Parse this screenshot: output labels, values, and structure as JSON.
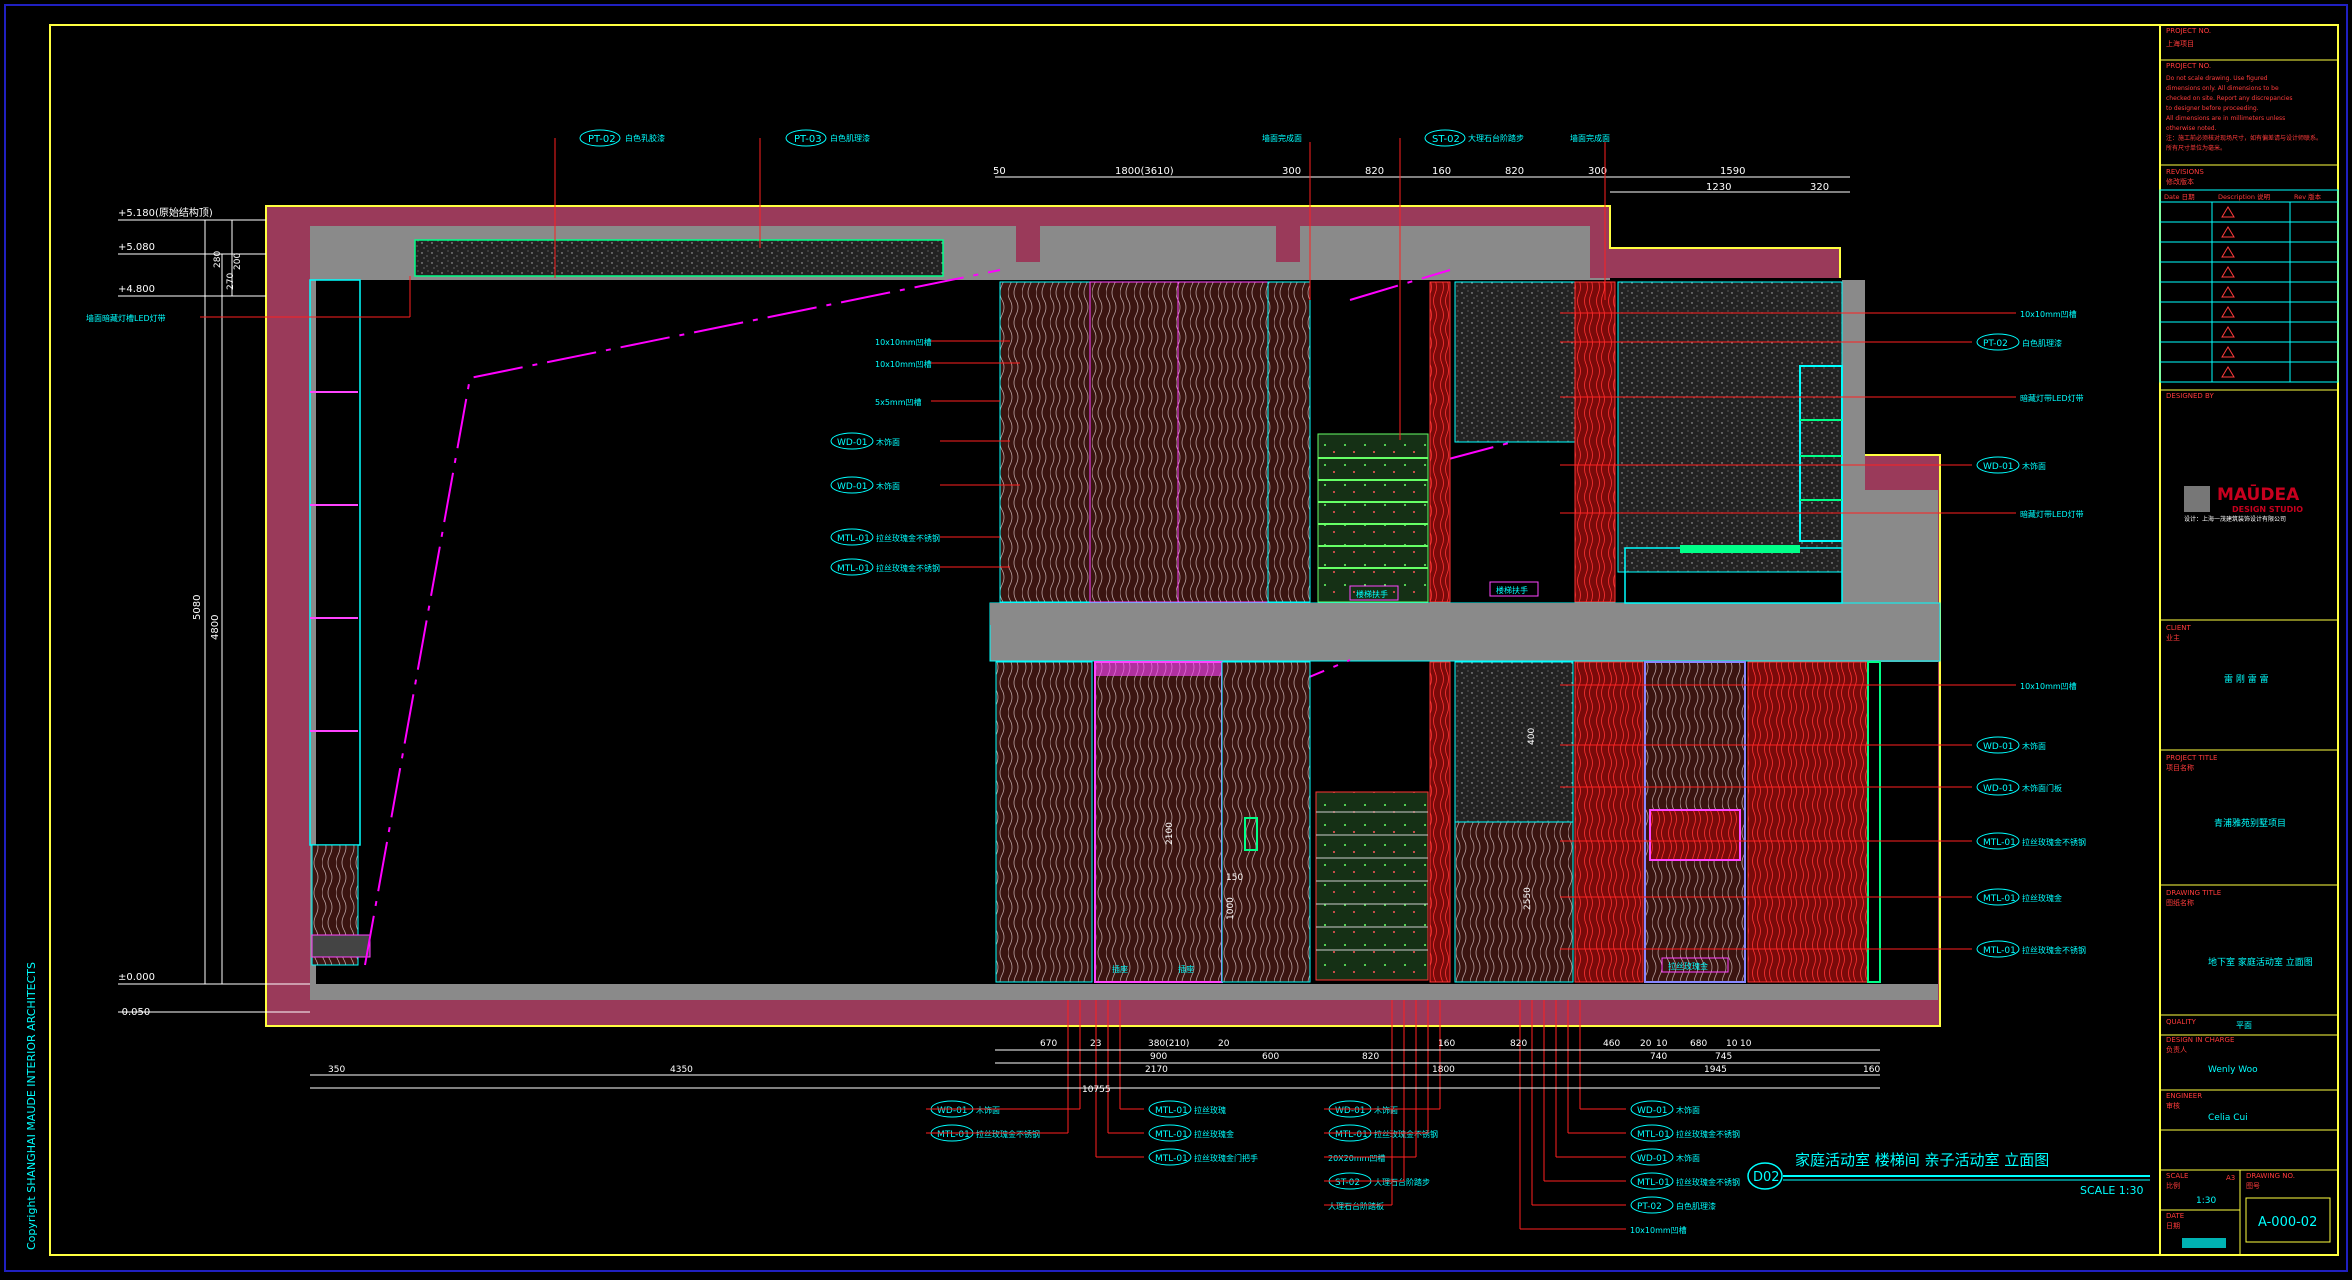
{
  "colors": {
    "background": "#000000",
    "frame": "#2020c0",
    "border": "#ffff40",
    "wall": "#9a3a5a",
    "slab": "#8a8a8a",
    "text": "#00ffff",
    "leader": "#ff2020",
    "magenta": "#ff00ff",
    "brand_red": "#c8001e"
  },
  "drawing": {
    "title": "家庭活动室 楼梯间 亲子活动室 立面图",
    "ref": "D02",
    "scale": "SCALE 1:30",
    "copyright": "Copyright SHANGHAI MAUDE INTERIOR ARCHITECTS"
  },
  "levels": [
    {
      "label": "+5.180(原始结构顶)"
    },
    {
      "label": "+5.080"
    },
    {
      "label": "+4.800"
    },
    {
      "label": "±0.000"
    },
    {
      "label": "-0.050"
    }
  ],
  "vertical_dims": [
    "280",
    "270",
    "200",
    "5080",
    "4800"
  ],
  "top_dims": [
    "50",
    "1800(3610)",
    "300",
    "820",
    "160",
    "820",
    "300",
    "1590",
    "1230",
    "320"
  ],
  "bottom_dims_row1": [
    "670",
    "23",
    "380(210)",
    "20",
    "160",
    "820",
    "460",
    "20",
    "10",
    "680",
    "10",
    "10"
  ],
  "bottom_dims_row2": [
    "900",
    "600",
    "820",
    "740",
    "745"
  ],
  "bottom_dims_row3": [
    "350",
    "4350",
    "2170",
    "1800",
    "1945",
    "160"
  ],
  "bottom_dims_total": "10755",
  "inner_dims": [
    "400",
    "2100",
    "150",
    "1000",
    "2550"
  ],
  "left_callouts": [
    {
      "text": "墙面暗藏灯槽LED灯带"
    },
    {
      "text": "10x10mm凹槽"
    },
    {
      "text": "10x10mm凹槽"
    },
    {
      "text": "5x5mm凹槽"
    },
    {
      "tag": "WD-01",
      "text": "木饰面"
    },
    {
      "tag": "WD-01",
      "text": "木饰面"
    },
    {
      "tag": "MTL-01",
      "text": "拉丝玫瑰金不锈钢"
    },
    {
      "tag": "MTL-01",
      "text": "拉丝玫瑰金不锈钢"
    }
  ],
  "top_callouts": [
    {
      "tag": "PT-02",
      "text": "白色乳胶漆"
    },
    {
      "tag": "PT-03",
      "text": "白色肌理漆"
    },
    {
      "tag": "ST-02",
      "text": "大理石台阶踏步"
    },
    {
      "text": "墙面完成面"
    },
    {
      "text": "墙面完成面"
    }
  ],
  "right_callouts": [
    {
      "text": "10x10mm凹槽"
    },
    {
      "tag": "PT-02",
      "text": "白色肌理漆"
    },
    {
      "text": "暗藏灯带LED灯带"
    },
    {
      "tag": "WD-01",
      "text": "木饰面"
    },
    {
      "text": "暗藏灯带LED灯带"
    },
    {
      "text": "10x10mm凹槽"
    },
    {
      "tag": "WD-01",
      "text": "木饰面"
    },
    {
      "tag": "WD-01",
      "text": "木饰面门板"
    },
    {
      "tag": "MTL-01",
      "text": "拉丝玫瑰金不锈钢"
    },
    {
      "tag": "MTL-01",
      "text": "拉丝玫瑰金"
    },
    {
      "tag": "MTL-01",
      "text": "拉丝玫瑰金不锈钢"
    }
  ],
  "bottom_callouts_a": [
    {
      "tag": "WD-01",
      "text": "木饰面"
    },
    {
      "tag": "MTL-01",
      "text": "拉丝玫瑰金不锈钢"
    }
  ],
  "bottom_callouts_b": [
    {
      "tag": "MTL-01",
      "text": "拉丝玫瑰"
    },
    {
      "tag": "MTL-01",
      "text": "拉丝玫瑰金"
    },
    {
      "tag": "MTL-01",
      "text": "拉丝玫瑰金门把手"
    }
  ],
  "bottom_callouts_c": [
    {
      "tag": "WD-01",
      "text": "木饰面"
    },
    {
      "tag": "MTL-01",
      "text": "拉丝玫瑰金不锈钢"
    },
    {
      "text": "20X20mm凹槽"
    },
    {
      "tag": "ST-02",
      "text": "大理石台阶踏步"
    },
    {
      "text": "大理石台阶踏板"
    }
  ],
  "bottom_callouts_d": [
    {
      "tag": "WD-01",
      "text": "木饰面"
    },
    {
      "tag": "MTL-01",
      "text": "拉丝玫瑰金不锈钢"
    },
    {
      "tag": "WD-01",
      "text": "木饰面"
    },
    {
      "tag": "MTL-01",
      "text": "拉丝玫瑰金不锈钢"
    },
    {
      "tag": "PT-02",
      "text": "白色肌理漆"
    },
    {
      "text": "10x10mm凹槽"
    }
  ],
  "small_labels": [
    "楼梯扶手",
    "楼梯扶手",
    "拉丝玫瑰金",
    "插座",
    "插座"
  ],
  "title_block": {
    "project_no_label": "PROJECT NO.",
    "project_no": "上海项目",
    "notes_label": "PROJECT NO.",
    "notes": [
      "Do not scale drawing. Use figured",
      "dimensions only. All dimensions to be",
      "checked on site. Report any discrepancies",
      "to designer before proceeding.",
      "All dimensions are in millimeters unless",
      "otherwise noted.",
      "注：施工前必须核对现场尺寸，如有偏差请与设计师联系。",
      "所有尺寸单位为毫米。"
    ],
    "revisions_label": "REVISIONS",
    "revisions_cn": "修改版本",
    "rev_headers": [
      "Date 日期",
      "Description 说明",
      "Rev 版本"
    ],
    "revision_rows": 9,
    "designed_by_label": "DESIGNED BY",
    "brand_name": "MAŪDEA",
    "brand_sub": "DESIGN STUDIO",
    "brand_cn": "设计：上海一茂建筑装饰设计有限公司",
    "client_label": "CLIENT",
    "client_cn": "业主",
    "client_value": "雷 刚 雷 雷",
    "project_title_label": "PROJECT TITLE",
    "project_title_cn": "项目名称",
    "project_title_value": "青浦雅苑别墅项目",
    "drawing_title_label": "DRAWING TITLE",
    "drawing_title_cn": "图纸名称",
    "drawing_title_value": "地下室 家庭活动室 立面图",
    "quality_label": "QUALITY",
    "quality_value": "平面",
    "drawn_by_label": "DESIGN IN CHARGE",
    "drawn_by_cn": "负责人",
    "drawn_by_value": "Wenly Woo",
    "engineer_label": "ENGINEER",
    "engineer_cn": "审核",
    "engineer_value": "Celia Cui",
    "scale_label": "SCALE",
    "scale_cn": "比例",
    "scale_value": "1:30",
    "sheet_label": "A3",
    "drawing_no_label": "DRAWING NO.",
    "drawing_no_cn": "图号",
    "drawing_no": "A-000-02",
    "date_label": "DATE",
    "date_cn": "日期"
  }
}
